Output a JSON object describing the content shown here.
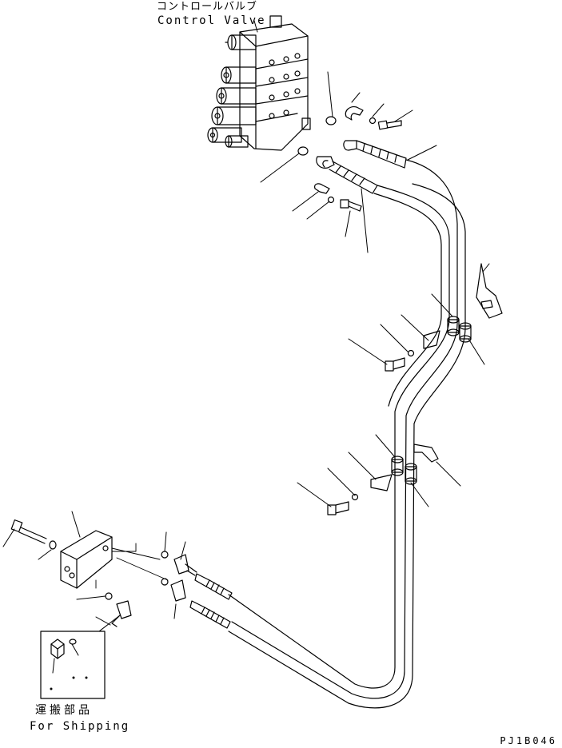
{
  "labels": {
    "control_valve_jp": "コントロールバルブ",
    "control_valve_en": "Control Valve",
    "for_shipping_jp": "運搬部品",
    "for_shipping_en": "For Shipping",
    "drawing_ref": "PJ1B046"
  }
}
